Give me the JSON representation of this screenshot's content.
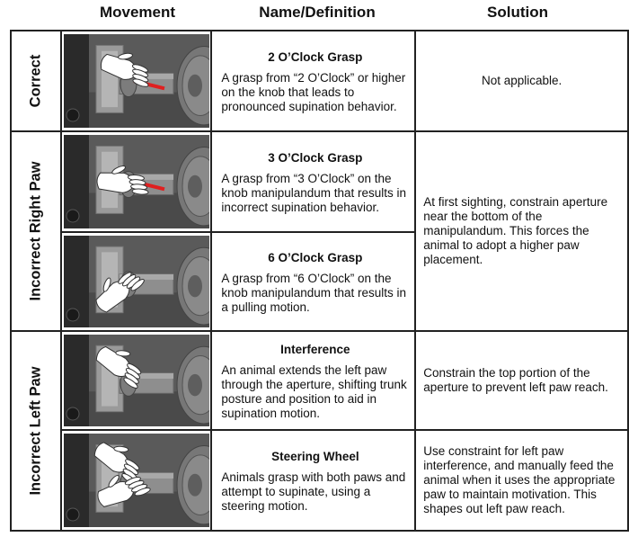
{
  "headers": {
    "movement": "Movement",
    "name_definition": "Name/Definition",
    "solution": "Solution"
  },
  "groups": {
    "correct": "Correct",
    "incorrect_right": "Incorrect Right Paw",
    "incorrect_left": "Incorrect Left Paw"
  },
  "rows": [
    {
      "name": "2 O’Clock Grasp",
      "definition": "A grasp from “2 O’Clock” or higher on the knob that leads to pronounced supination behavior.",
      "image": "white paw grasping knob from 2 o'clock position with red indicator line"
    },
    {
      "name": "3 O’Clock Grasp",
      "definition": "A grasp from “3 O’Clock” on the knob manipulandum that results in incorrect supination behavior.",
      "image": "white paw grasping knob from 3 o'clock position with red indicator line"
    },
    {
      "name": "6 O’Clock Grasp",
      "definition": "A grasp from “6 O’Clock” on the knob manipulandum that results in a pulling motion.",
      "image": "white paw grasping knob from 6 o'clock position"
    },
    {
      "name": "Interference",
      "definition": "An animal extends the left paw through the aperture, shifting trunk posture and position to aid in supination motion.",
      "image": "left paw extended through aperture"
    },
    {
      "name": "Steering Wheel",
      "definition": "Animals grasp with both paws and attempt to supinate, using a steering motion.",
      "image": "both paws grasping knob"
    }
  ],
  "solutions": {
    "correct": "Not applicable.",
    "incorrect_right": "At first sighting, constrain aperture near the bottom of the manipulandum. This forces the animal to adopt a higher paw placement.",
    "interference": "Constrain the top portion of the aperture to prevent left paw reach.",
    "steering_wheel": "Use constraint for left paw interference, and manually feed the animal when it uses the appropriate paw to maintain motivation. This shapes out left paw reach."
  },
  "colors": {
    "indicator": "#e02020",
    "paw": "#ffffff",
    "scene_bg": "#5a5a5a"
  }
}
